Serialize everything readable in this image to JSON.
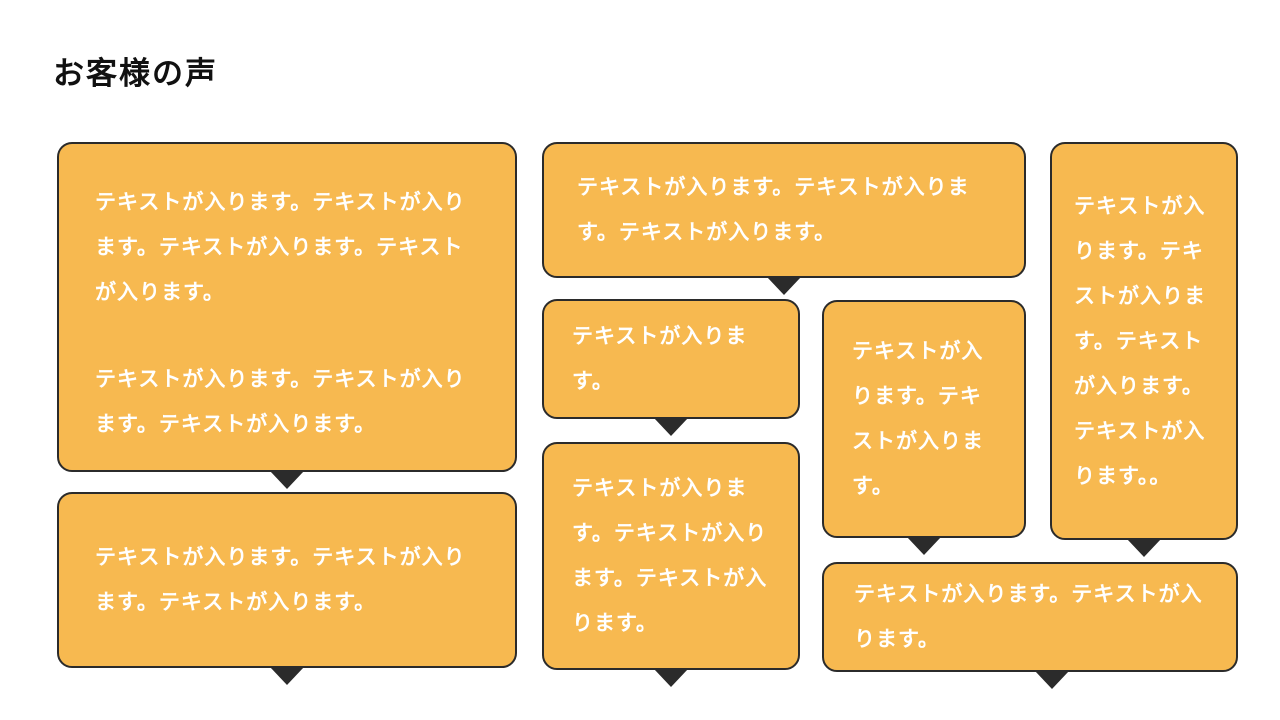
{
  "page": {
    "title": "お客様の声"
  },
  "colors": {
    "background": "#FFFFFF",
    "title": "#111111",
    "bubble_fill": "#F7B950",
    "bubble_border": "#2B2B2B",
    "bubble_text": "#FFFFFF"
  },
  "bubbles": [
    {
      "name": "left-top",
      "paragraphs": [
        "テキストが入ります。テキストが入ります。テキストが入ります。テキストが入ります。",
        "テキストが入ります。テキストが入ります。テキストが入ります。"
      ]
    },
    {
      "name": "left-bottom",
      "text": "テキストが入ります。テキストが入ります。テキストが入ります。"
    },
    {
      "name": "middle-top-wide",
      "text": "テキストが入ります。テキストが入ります。テキストが入ります。"
    },
    {
      "name": "middle-left-small",
      "text": "テキストが入ります。"
    },
    {
      "name": "middle-left-tall",
      "text": "テキストが入ります。テキストが入ります。テキストが入ります。"
    },
    {
      "name": "middle-right",
      "text": "テキストが入ります。テキストが入ります。"
    },
    {
      "name": "right-tall",
      "text": "テキストが入ります。テキストが入ります。テキストが入ります。テキストが入ります。。"
    },
    {
      "name": "bottom-right-wide",
      "text": "テキストが入ります。テキストが入ります。"
    }
  ]
}
